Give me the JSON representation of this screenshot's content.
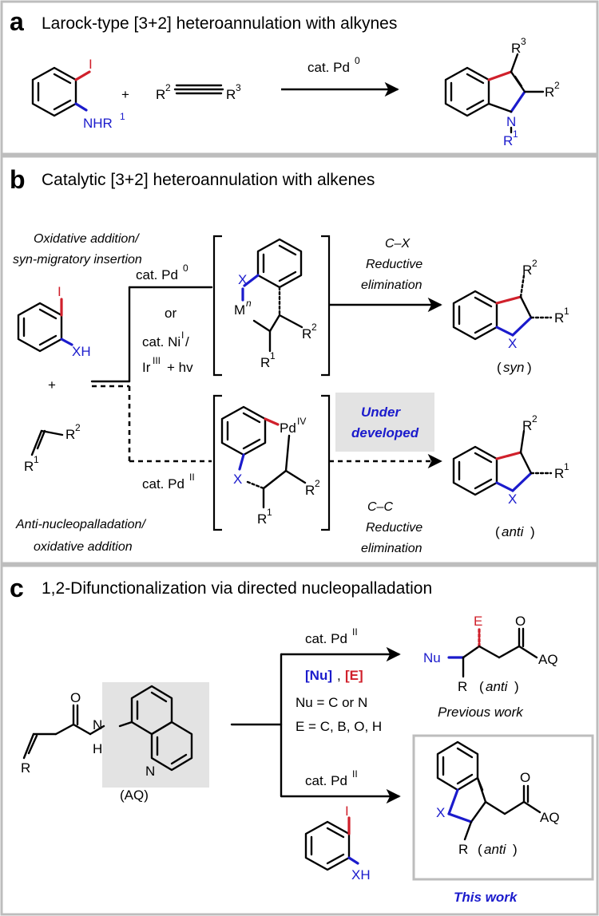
{
  "panel_a": {
    "letter": "a",
    "title": "Larock-type [3+2] heteroannulation with alkynes",
    "reagent_i": "I",
    "reagent_nhr": "NHR",
    "sup_1": "1",
    "plus": "+",
    "alkyne_r2": "R",
    "alkyne_r3": "R",
    "sup_2": "2",
    "sup_3": "3",
    "conditions": "cat. Pd",
    "conditions_sup": "0",
    "product_r3": "R",
    "product_r2": "R",
    "product_n": "N",
    "product_r1": "R"
  },
  "panel_b": {
    "letter": "b",
    "title": "Catalytic [3+2] heteroannulation with alkenes",
    "top_mechanism_line1": "Oxidative addition/",
    "top_mechanism_line2": "syn-migratory insertion",
    "cond_pd0": "cat. Pd",
    "cond_pd0_sup": "0",
    "or": "or",
    "cond_ni": "cat. Ni",
    "cond_ni_sup": "I",
    "cond_ni_tail": "/",
    "cond_ir": "Ir",
    "cond_ir_sup": "III",
    "cond_ir_tail": " + hv",
    "cond_pd2": "cat. Pd",
    "cond_pd2_sup": "II",
    "bottom_mechanism_line1": "Anti-nucleopalladation/",
    "bottom_mechanism_line2": "oxidative addition",
    "sm_i": "I",
    "sm_xh": "XH",
    "plus": "+",
    "alkene_r1": "R",
    "alkene_r2": "R",
    "int1_x": "X",
    "int1_m": "M",
    "int1_n": "n",
    "int1_r1": "R",
    "int1_r2": "R",
    "int2_pd": "Pd",
    "int2_pd_sup": "IV",
    "int2_x": "X",
    "int2_r1": "R",
    "int2_r2": "R",
    "cx_line1": "C–X",
    "cx_line2": "Reductive",
    "cx_line3": "elimination",
    "cc_line1": "C–C",
    "cc_line2": "Reductive",
    "cc_line3": "elimination",
    "highlight_line1": "Under",
    "highlight_line2": "developed",
    "prod_syn_r2": "R",
    "prod_syn_r1": "R",
    "prod_syn_x": "X",
    "prod_syn_label": "syn",
    "prod_anti_r2": "R",
    "prod_anti_r1": "R",
    "prod_anti_x": "X",
    "prod_anti_label": "anti",
    "sup_1": "1",
    "sup_2": "2"
  },
  "panel_c": {
    "letter": "c",
    "title": "1,2-Difunctionalization via directed nucleopalladation",
    "sm_o": "O",
    "sm_n": "N",
    "sm_h": "H",
    "sm_r": "R",
    "aq_n": "N",
    "aq_label": "(AQ)",
    "top_cond": "cat. Pd",
    "top_cond_sup": "II",
    "nu_e_nu": "[Nu]",
    "nu_e_comma": ", ",
    "nu_e_e": "[E]",
    "nu_def": "Nu = C or N",
    "e_def": "E = C, B, O, H",
    "prev_e": "E",
    "prev_o": "O",
    "prev_nu": "Nu",
    "prev_aq": "AQ",
    "prev_r": "R",
    "prev_anti": "anti",
    "previous_work": "Previous work",
    "bottom_cond": "cat. Pd",
    "bottom_cond_sup": "II",
    "reagent_i": "I",
    "reagent_xh": "XH",
    "this_x": "X",
    "this_o": "O",
    "this_aq": "AQ",
    "this_r": "R",
    "this_anti": "anti",
    "this_work": "This work"
  }
}
